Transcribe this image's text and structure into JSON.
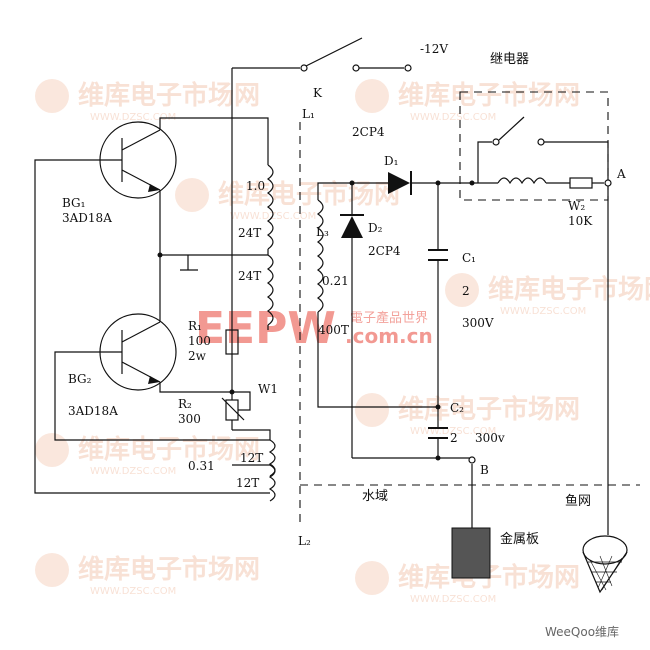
{
  "watermark": {
    "brand": "维库电子市场网",
    "url": "WWW.DZSC.COM",
    "eepw_big": "EEPW",
    "eepw_small": ".com.cn",
    "eepw_cn": "電子產品世界",
    "footer": "WeeQoo维库"
  },
  "labels": {
    "k": "K",
    "neg12v": "-12V",
    "relay": "继电器",
    "l1": "L₁",
    "l2": "L₂",
    "l3": "L₃",
    "d1_type": "2CP4",
    "d1": "D₁",
    "d2": "D₂",
    "d2_type": "2CP4",
    "bg1": "BG₁",
    "bg1_type": "3AD18A",
    "bg2": "BG₂",
    "bg2_type": "3AD18A",
    "wire10": "1.0",
    "turns24a": "24T",
    "turns24b": "24T",
    "l3_wire": "0.21",
    "l3_turns": "400T",
    "r1": "R₁",
    "r1_val": "100",
    "r1_pow": "2w",
    "r2": "R₂",
    "r2_val": "300",
    "w1": "W1",
    "wire031": "0.31",
    "turns12a": "12T",
    "turns12b": "12T",
    "c1": "C₁",
    "c1_val": "2",
    "c1_v": "300V",
    "c2": "C₂",
    "c2_val": "2",
    "c2_v": "300v",
    "w2": "W₂",
    "w2_val": "10K",
    "point_a": "A",
    "point_b": "B",
    "water": "水域",
    "net": "鱼网",
    "plate": "金属板"
  }
}
